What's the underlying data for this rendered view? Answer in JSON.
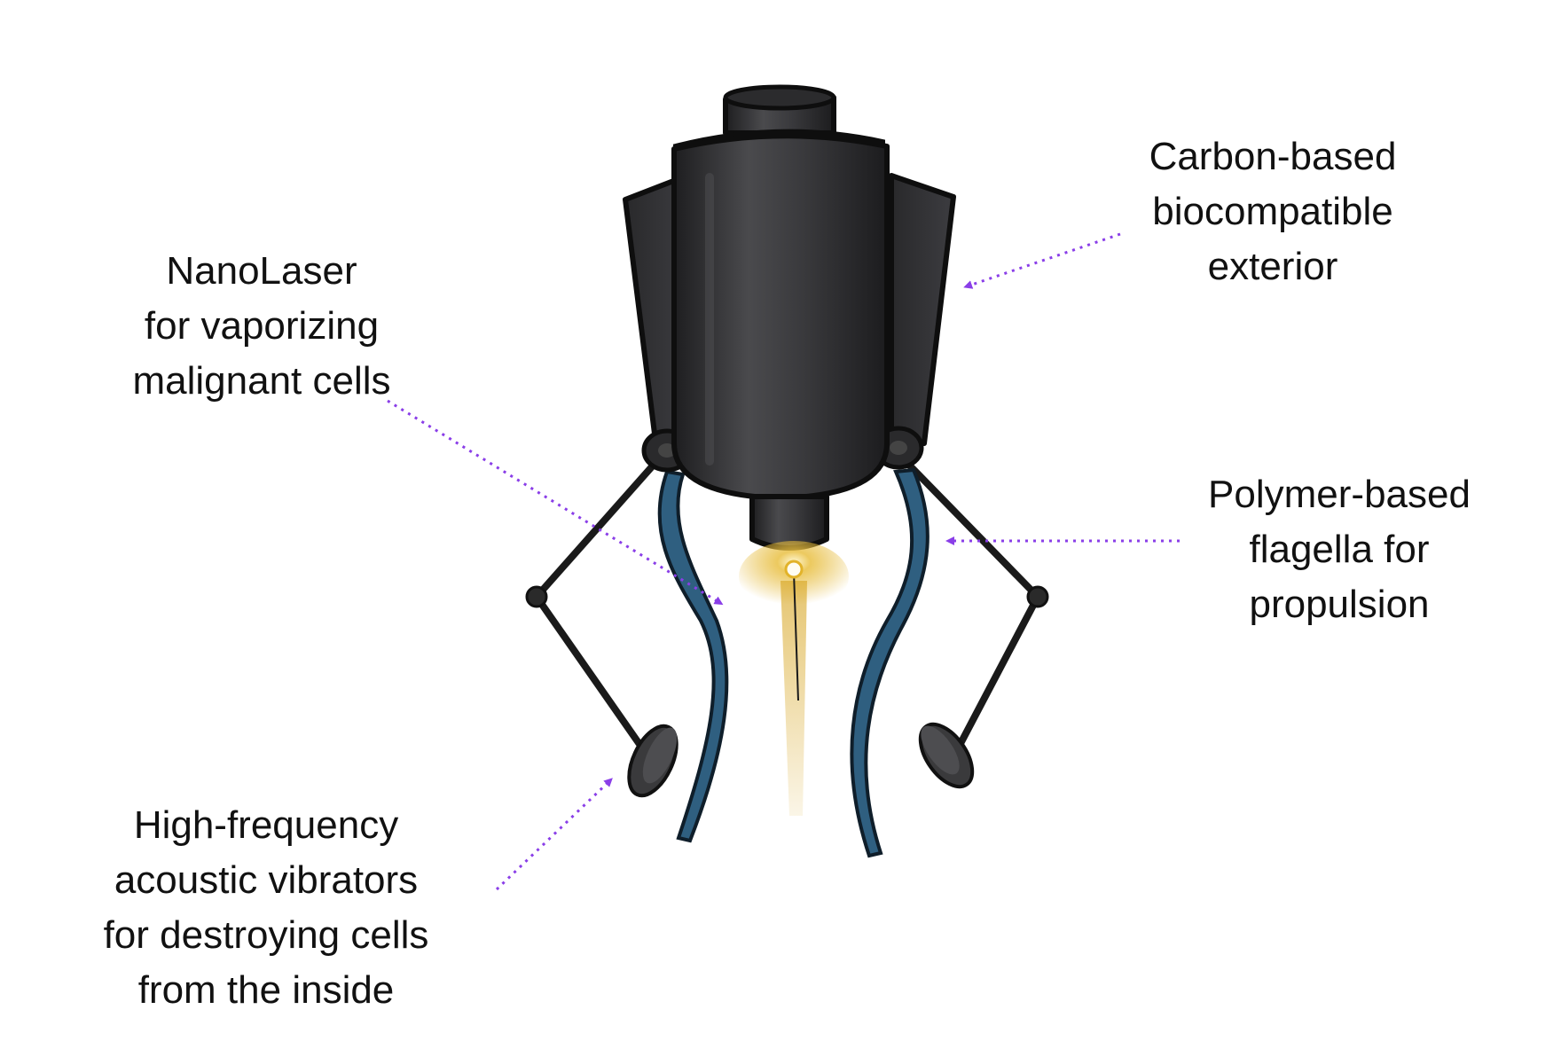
{
  "callouts": {
    "laser": {
      "lines": [
        "NanoLaser",
        "for vaporizing",
        "malignant cells"
      ]
    },
    "exterior": {
      "lines": [
        "Carbon-based",
        "biocompatible",
        "exterior"
      ]
    },
    "flagella": {
      "lines": [
        "Polymer-based",
        "flagella for",
        "propulsion"
      ]
    },
    "vibrators": {
      "lines": [
        "High-frequency",
        "acoustic vibrators",
        "for destroying cells",
        "from the inside"
      ]
    }
  },
  "colors": {
    "body": "#2e2e30",
    "body_highlight": "#4a4a4d",
    "flagella": "#2f5f80",
    "laser_glow": "#e2b32a",
    "pointer": "#8a3ee8"
  }
}
